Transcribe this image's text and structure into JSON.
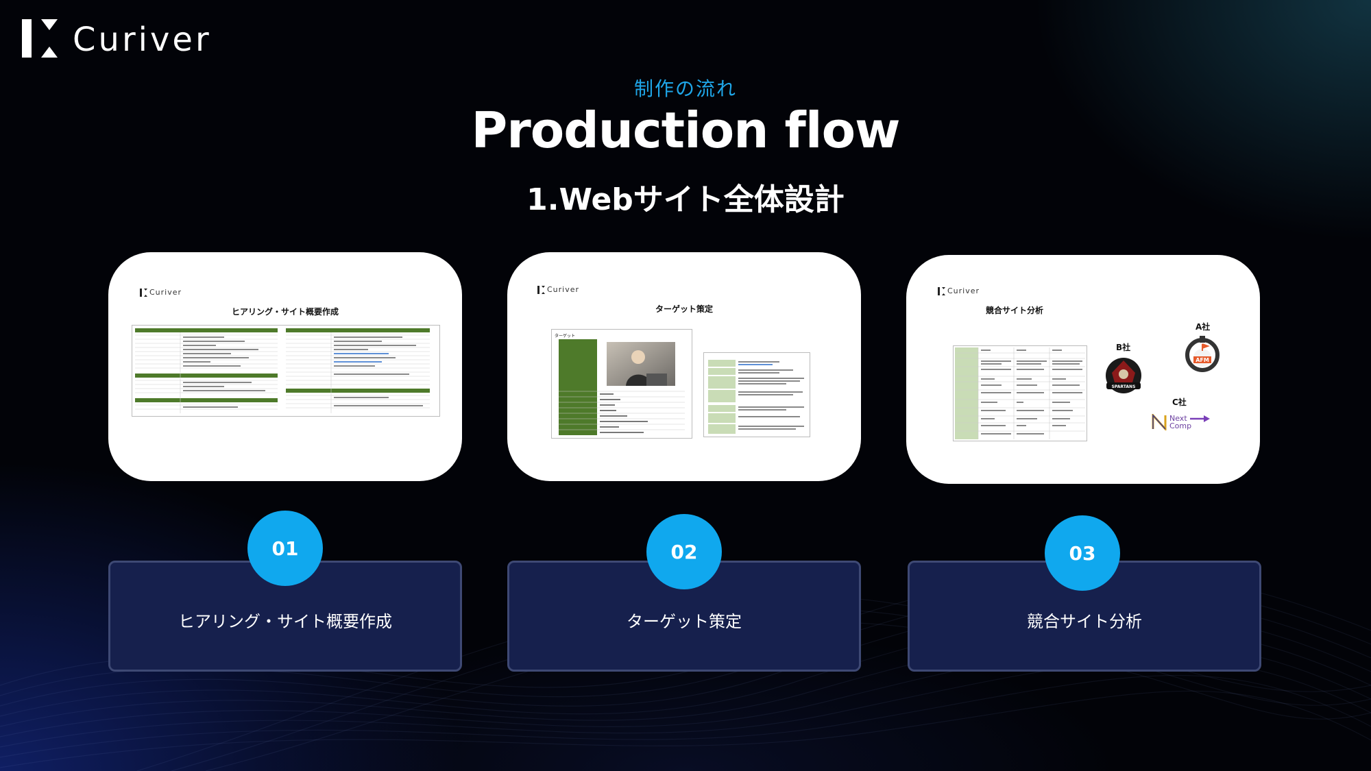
{
  "brand": {
    "name": "Curiver"
  },
  "header": {
    "subtitle": "制作の流れ",
    "title": "Production flow",
    "step_heading": "1.Webサイト全体設計"
  },
  "cards": [
    {
      "logo": "Curiver",
      "title": "ヒアリング・サイト概要作成",
      "accent": "#4e7a2a"
    },
    {
      "logo": "Curiver",
      "title": "ターゲット策定",
      "accent": "#4e7a2a",
      "persona_label": "ターゲット"
    },
    {
      "logo": "Curiver",
      "title": "競合サイト分析",
      "accent": "#4e7a2a",
      "competitors": [
        {
          "label": "A社",
          "logo": "AFM"
        },
        {
          "label": "B社",
          "logo": "SPARTANS"
        },
        {
          "label": "C社",
          "logo": "Next Comp"
        }
      ]
    }
  ],
  "steps": [
    {
      "number": "01",
      "label": "ヒアリング・サイト概要作成"
    },
    {
      "number": "02",
      "label": "ターゲット策定"
    },
    {
      "number": "03",
      "label": "競合サイト分析"
    }
  ],
  "colors": {
    "accent_blue": "#10a8ee",
    "step_box_bg": "#16204d",
    "step_box_border": "#3e4974",
    "sheet_header_green": "#4e7a2a",
    "sheet_cell_green": "#c9dcb6"
  }
}
